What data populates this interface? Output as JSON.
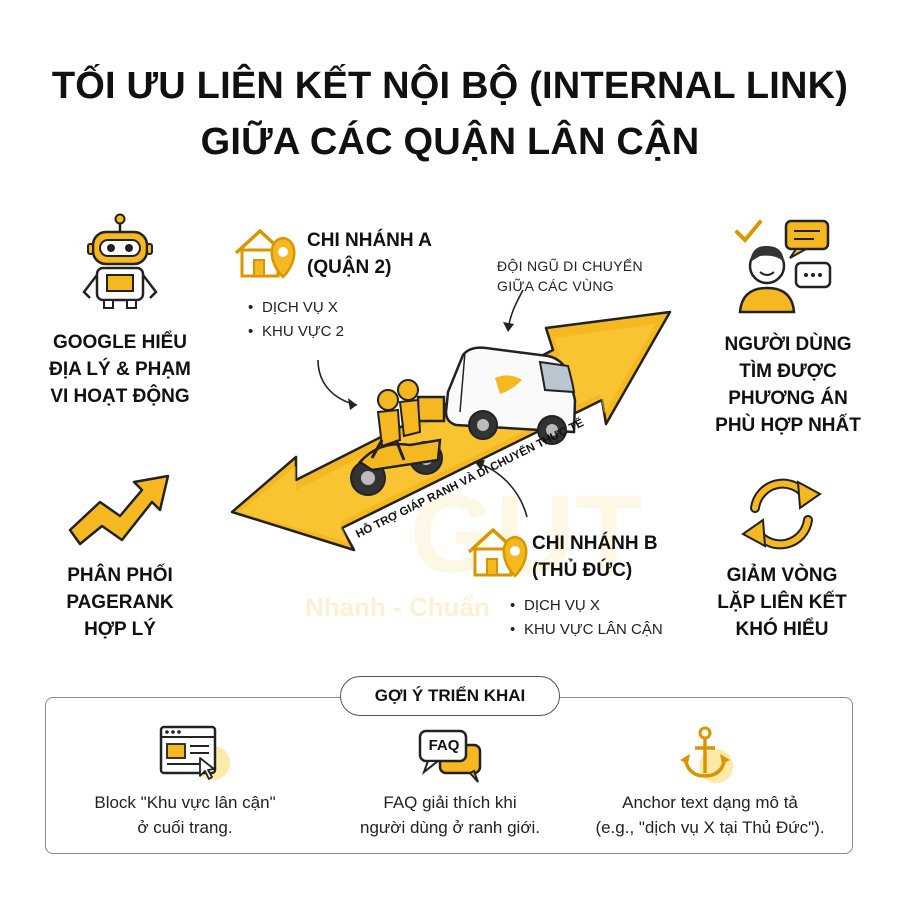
{
  "title": {
    "line1": "TỐI ƯU LIÊN KẾT NỘI BỘ (INTERNAL LINK)",
    "line2": "GIỮA CÁC QUẬN LÂN CẬN"
  },
  "benefits": {
    "google": [
      "GOOGLE HIỂU",
      "ĐỊA LÝ & PHẠM",
      "VI HOẠT ĐỘNG"
    ],
    "pagerank": [
      "PHÂN PHỐI",
      "PAGERANK",
      "HỢP LÝ"
    ],
    "users": [
      "NGƯỜI DÙNG",
      "TÌM ĐƯỢC",
      "PHƯƠNG ÁN",
      "PHÙ HỢP NHẤT"
    ],
    "loops": [
      "GIẢM VÒNG",
      "LẶP LIÊN KẾT",
      "KHÓ HIỂU"
    ]
  },
  "branch_a": {
    "title_line1": "CHI NHÁNH A",
    "title_line2": "(QUẬN 2)",
    "items": [
      "DỊCH VỤ X",
      "KHU VỰC 2"
    ]
  },
  "branch_b": {
    "title_line1": "CHI NHÁNH B",
    "title_line2": "(THỦ ĐỨC)",
    "items": [
      "DỊCH VỤ X",
      "KHU VỰC LÂN CẬN"
    ]
  },
  "team_caption": [
    "ĐỘI NGŨ DI CHUYỂN",
    "GIỮA CÁC VÙNG"
  ],
  "arrow_text": "HỖ TRỢ GIÁP RANH VÀ DI CHUYỂN THỰC TẾ",
  "watermark": {
    "brand": "GUT",
    "slogan": "Nhanh - Chuẩn"
  },
  "tips": {
    "label": "GỢI Ý TRIỂN KHAI",
    "items": [
      {
        "line1": "Block \"Khu vực lân cận\"",
        "line2": "ở cuối trang.",
        "icon": "webpage-block-icon"
      },
      {
        "line1": "FAQ giải thích khi",
        "line2": "người dùng ở ranh giới.",
        "icon_text": "FAQ",
        "icon": "faq-bubbles-icon"
      },
      {
        "line1": "Anchor text dạng mô tả",
        "line2": "(e.g., \"dịch vụ X tại Thủ Đức\").",
        "icon": "anchor-icon"
      }
    ]
  },
  "colors": {
    "accent": "#F5B820",
    "accent_dark": "#D99600",
    "outline": "#222222",
    "text": "#111111"
  }
}
